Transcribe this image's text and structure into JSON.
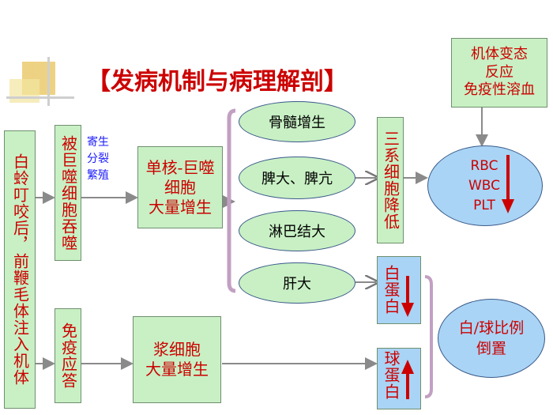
{
  "title": "【发病机制与病理解剖】",
  "nodes": {
    "infection": "白蛉叮咬后，前鞭毛体注入机体",
    "phagocytosis": "被巨噬细胞吞噬",
    "parasite_note": [
      "寄生",
      "分裂",
      "繁殖"
    ],
    "mono_macro": [
      "单核-巨噬",
      "细胞",
      "大量增生"
    ],
    "immune": "免疫应答",
    "plasma": [
      "浆细胞",
      "大量增生"
    ],
    "marrow": "骨髓增生",
    "spleen": "脾大、脾亢",
    "lymph": "淋巴结大",
    "liver": "肝大",
    "three_lineage": "三系细胞降低",
    "allergy": [
      "机体变态",
      "反应",
      "免疫性溶血"
    ],
    "blood_cells": [
      "RBC",
      "WBC",
      "PLT"
    ],
    "albumin": "白蛋白",
    "globulin": "球蛋白",
    "ratio": [
      "白/球比例",
      "倒置"
    ]
  },
  "colors": {
    "title": "#cc0000",
    "box_fill": "#c8f0c4",
    "blue_fill": "#a9d4f5",
    "note": "#1a1aff"
  },
  "icons": {
    "down": "down-arrow-icon",
    "up": "up-arrow-icon"
  }
}
